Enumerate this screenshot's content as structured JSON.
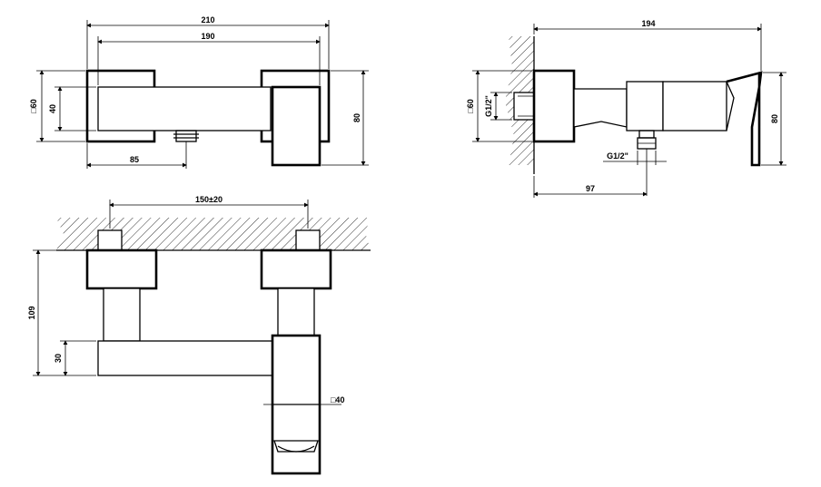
{
  "front_view": {
    "dim_overall_width": "210",
    "dim_inner_width": "190",
    "dim_square_height": "□60",
    "dim_bar_height": "40",
    "dim_outlet_offset": "85",
    "dim_total_height": "80"
  },
  "side_view": {
    "dim_depth": "194",
    "dim_square": "□60",
    "dim_thread_wall": "G1/2\"",
    "dim_thread_outlet": "G1/2\"",
    "dim_outlet_depth": "97",
    "dim_height": "80"
  },
  "top_view": {
    "dim_centers": "150±20",
    "dim_projection": "109",
    "dim_bar_width": "30",
    "dim_spout_square": "□40"
  },
  "colors": {
    "line": "#000000",
    "background": "#ffffff"
  }
}
